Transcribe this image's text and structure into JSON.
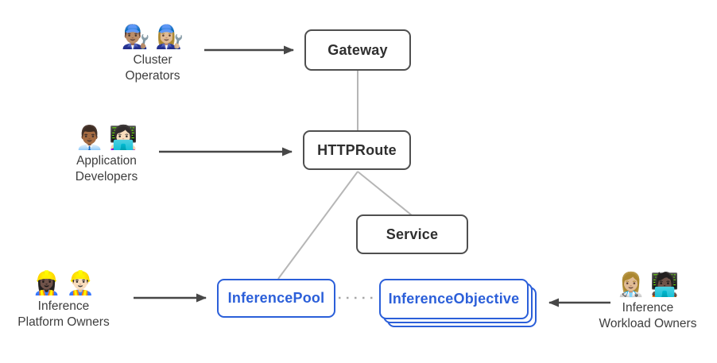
{
  "nodes": [
    {
      "id": "gateway",
      "label": "Gateway",
      "style": "gray"
    },
    {
      "id": "httproute",
      "label": "HTTPRoute",
      "style": "gray"
    },
    {
      "id": "service",
      "label": "Service",
      "style": "gray"
    },
    {
      "id": "inferencepool",
      "label": "InferencePool",
      "style": "blue"
    },
    {
      "id": "inferenceobjective",
      "label": "InferenceObjective",
      "style": "blue",
      "stacked": true
    }
  ],
  "personas": [
    {
      "id": "cluster-operators",
      "emoji": [
        "👨🏽‍🔧",
        "👩🏼‍🔧"
      ],
      "lines": [
        "Cluster",
        "Operators"
      ]
    },
    {
      "id": "application-developers",
      "emoji": [
        "👨🏾‍💼",
        "👩🏻‍💻"
      ],
      "lines": [
        "Application",
        "Developers"
      ]
    },
    {
      "id": "inference-platform-owners",
      "emoji": [
        "👷🏿‍♀️",
        "👷🏻‍♂️"
      ],
      "lines": [
        "Inference",
        "Platform Owners"
      ]
    },
    {
      "id": "inference-workload-owners",
      "emoji": [
        "👩🏼‍⚕️",
        "🧑🏿‍💻"
      ],
      "lines": [
        "Inference",
        "Workload Owners"
      ]
    }
  ],
  "edges": [
    {
      "from": "cluster-operators",
      "to": "gateway",
      "type": "arrow"
    },
    {
      "from": "application-developers",
      "to": "httproute",
      "type": "arrow"
    },
    {
      "from": "inference-platform-owners",
      "to": "inferencepool",
      "type": "arrow"
    },
    {
      "from": "inference-workload-owners",
      "to": "inferenceobjective",
      "type": "arrow"
    },
    {
      "from": "gateway",
      "to": "httproute",
      "type": "line"
    },
    {
      "from": "httproute",
      "to": "service",
      "type": "line"
    },
    {
      "from": "httproute",
      "to": "inferencepool",
      "type": "line"
    },
    {
      "from": "inferencepool",
      "to": "inferenceobjective",
      "type": "dotted"
    }
  ],
  "colors": {
    "background": "#ffffff",
    "node_border": "#4f4f4f",
    "node_text": "#2f2f2f",
    "blue": "#2b5fd9",
    "connector": "#b6b6b6",
    "dotted": "#a8a8a8",
    "arrow": "#474747",
    "label_text": "#3e3e3e"
  }
}
